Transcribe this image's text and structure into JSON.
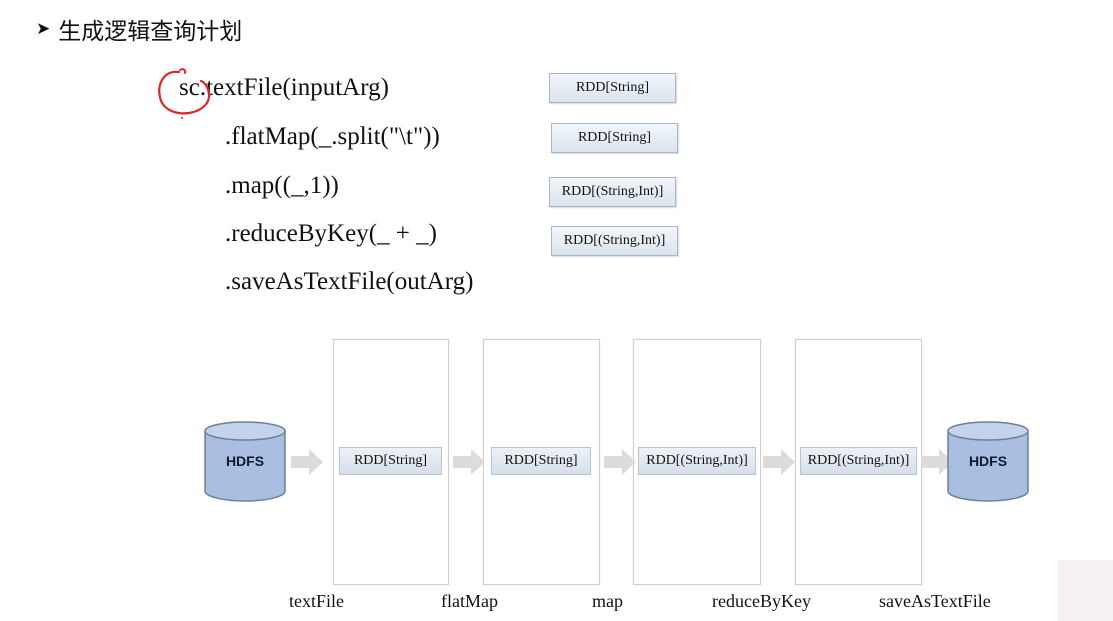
{
  "heading": {
    "bullet": "➤",
    "title": "生成逻辑查询计划"
  },
  "code_lines": [
    {
      "text": "sc.textFile(inputArg)",
      "type": "RDD[String]"
    },
    {
      "text": ".flatMap(_.split(\"\\t\"))",
      "type": "RDD[String]"
    },
    {
      "text": ".map((_,1))",
      "type": "RDD[(String,Int)]"
    },
    {
      "text": ".reduceByKey(_ + _)",
      "type": "RDD[(String,Int)]"
    },
    {
      "text": ".saveAsTextFile(outArg)"
    }
  ],
  "pipeline": {
    "source": "HDFS",
    "sink": "HDFS",
    "stages": [
      {
        "label": "textFile",
        "rdd": "RDD[String]"
      },
      {
        "label": "flatMap",
        "rdd": "RDD[String]"
      },
      {
        "label": "map",
        "rdd": "RDD[(String,Int)]"
      },
      {
        "label": "reduceByKey",
        "rdd": "RDD[(String,Int)]"
      },
      {
        "label": "saveAsTextFile"
      }
    ]
  },
  "colors": {
    "cylinder_fill": "#a9bee0",
    "cylinder_stroke": "#6e7f98",
    "arrow_fill": "#dcdcdc",
    "annotation_red": "#d8262a"
  }
}
